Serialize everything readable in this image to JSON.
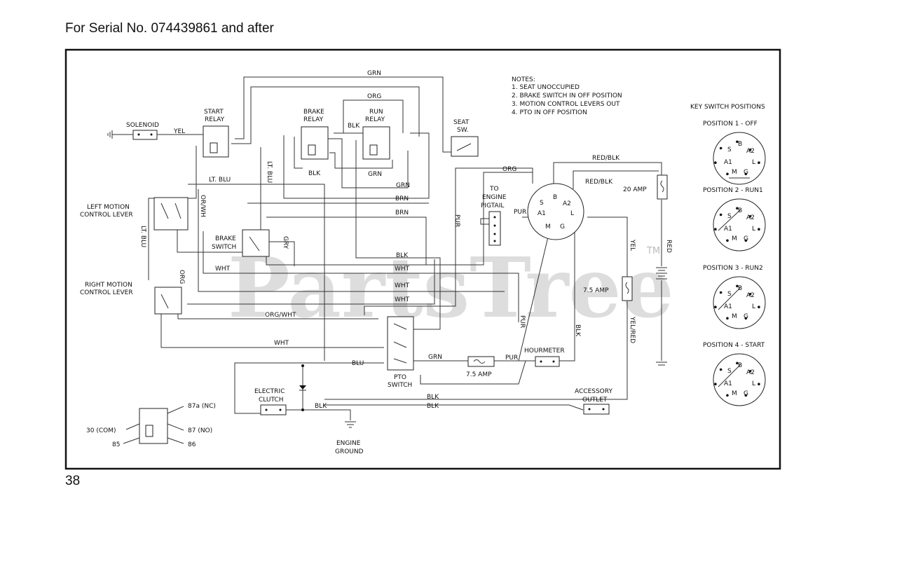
{
  "header": {
    "text": "For Serial No. 074439861 and after"
  },
  "page_number": "38",
  "watermark": {
    "text": "PartsTree",
    "tm": "TM"
  },
  "notes": {
    "title": "NOTES:",
    "items": [
      "1.  SEAT UNOCCUPIED",
      "2. BRAKE SWITCH IN OFF POSITION",
      "3. MOTION CONTROL LEVERS OUT",
      "4. PTO IN OFF POSITION"
    ]
  },
  "components": {
    "solenoid": "SOLENOID",
    "start_relay": [
      "START",
      "RELAY"
    ],
    "brake_relay": [
      "BRAKE",
      "RELAY"
    ],
    "run_relay": [
      "RUN",
      "RELAY"
    ],
    "seat_switch": [
      "SEAT",
      "SW."
    ],
    "left_lever": [
      "LEFT MOTION",
      "CONTROL LEVER"
    ],
    "right_lever": [
      "RIGHT MOTION",
      "CONTROL LEVER"
    ],
    "brake_switch": [
      "BRAKE",
      "SWITCH"
    ],
    "pigtail": [
      "TO",
      "ENGINE",
      "PIGTAIL"
    ],
    "pto_switch": [
      "PTO",
      "SWITCH"
    ],
    "electric_clutch": [
      "ELECTRIC",
      "CLUTCH"
    ],
    "hourmeter": "HOURMETER",
    "accessory_outlet": [
      "ACCESSORY",
      "OUTLET"
    ],
    "engine_ground": [
      "ENGINE",
      "GROUND"
    ],
    "fuse_20": "20 AMP",
    "fuse_75a": "7.5 AMP",
    "fuse_75b": "7.5 AMP"
  },
  "key_switch": {
    "terminals": {
      "s": "S",
      "b": "B",
      "a2": "A2",
      "a1": "A1",
      "l": "L",
      "m": "M",
      "g": "G"
    }
  },
  "key_positions": {
    "title": "KEY SWITCH POSITIONS",
    "positions": [
      "POSITION 1 - OFF",
      "POSITION 2 - RUN1",
      "POSITION 3 - RUN2",
      "POSITION 4 - START"
    ],
    "terminals": [
      "S",
      "B",
      "A2",
      "A1",
      "L",
      "M",
      "G"
    ]
  },
  "relay_legend": {
    "t87a": "87a (NC)",
    "t87": "87 (NO)",
    "t30": "30 (COM)",
    "t85": "85",
    "t86": "86"
  },
  "wire_labels": {
    "grn_top": "GRN",
    "org_top": "ORG",
    "yel": "YEL",
    "blk_relay": "BLK",
    "blk_brake": "BLK",
    "grn_run": "GRN",
    "grn_mid": "GRN",
    "lt_blu_h": "LT. BLU",
    "lt_blu_v": "LT. BLU",
    "brn1": "BRN",
    "brn2": "BRN",
    "or_wh": "OR/WH",
    "lt_blu_left": "LT. BLU",
    "gry": "GRY",
    "blk_mid": "BLK",
    "wht1": "WHT",
    "wht2": "WHT",
    "wht3": "WHT",
    "wht4": "WHT",
    "wht5": "WHT",
    "org_left": "ORG",
    "org_wht": "ORG/WHT",
    "blu": "BLU",
    "grn_pto": "GRN",
    "blk_b1": "BLK",
    "blk_b2": "BLK",
    "blk_clutch": "BLK",
    "pur_v": "PUR",
    "pur_h": "PUR",
    "pur_low": "PUR",
    "pur_hm": "PUR",
    "org_key": "ORG",
    "red_blk1": "RED/BLK",
    "red_blk2": "RED/BLK",
    "yel_r": "YEL",
    "red": "RED",
    "yel_red": "YEL/RED",
    "blk_r": "BLK"
  }
}
